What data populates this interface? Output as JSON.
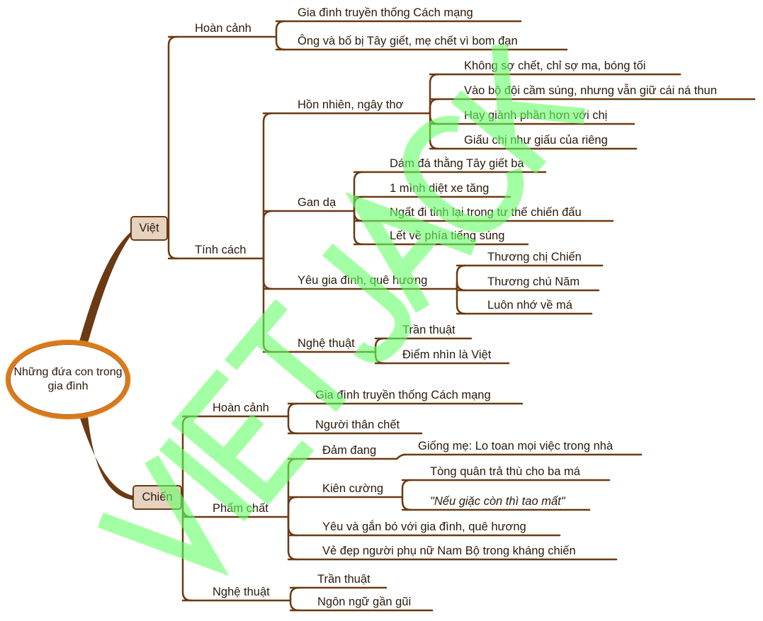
{
  "root": {
    "label": "Những đứa con trong gia đình"
  },
  "viet": {
    "label": "Việt",
    "hoan_canh": {
      "label": "Hoàn cảnh",
      "items": [
        "Gia đình truyền thống Cách mạng",
        "Ông và bố bị Tây giết, mẹ chết vì bom đạn"
      ]
    },
    "tinh_cach": {
      "label": "Tính cách",
      "hon_nhien": {
        "label": "Hồn nhiên, ngây thơ",
        "items": [
          "Không sợ chết, chỉ sợ ma, bóng tối",
          "Vào bộ đội cầm súng, nhưng vẫn giữ cái ná thun",
          "Hay giành phần hơn với chị",
          "Giấu chị như giấu của riêng"
        ]
      },
      "gan_da": {
        "label": "Gan dạ",
        "items": [
          "Dám đá thằng Tây giết ba",
          "1 mình diệt xe tăng",
          "Ngất đi tỉnh lại trong tư thế chiến đấu",
          "Lết về phía tiếng súng"
        ]
      },
      "yeu_gia_dinh": {
        "label": "Yêu gia đình, quê hương",
        "items": [
          "Thương chị Chiến",
          "Thương chú Năm",
          "Luôn nhớ về má"
        ]
      },
      "nghe_thuat": {
        "label": "Nghệ thuật",
        "items": [
          "Trần thuật",
          "Điểm nhìn là Việt"
        ]
      }
    }
  },
  "chien": {
    "label": "Chiến",
    "hoan_canh": {
      "label": "Hoàn cảnh",
      "items": [
        "Gia đình truyền thống Cách mạng",
        "Người thân chết"
      ]
    },
    "pham_chat": {
      "label": "Phẩm chất",
      "dam_dang": {
        "label": "Đảm đang",
        "items": [
          "Giống mẹ: Lo toan mọi việc trong nhà"
        ]
      },
      "kien_cuong": {
        "label": "Kiên cường",
        "items": [
          "Tòng quân trả thù cho ba má",
          "\"Nếu giặc còn thì tao mất\""
        ]
      },
      "items": [
        "Yêu và gắn bó với gia đình, quê hương",
        "Vẻ đẹp người phụ nữ Nam Bộ trong kháng chiến"
      ]
    },
    "nghe_thuat": {
      "label": "Nghệ thuật",
      "items": [
        "Trần thuật",
        "Ngôn ngữ gần gũi"
      ]
    }
  },
  "watermark": "VIETJACK",
  "colors": {
    "line": "#6b3a12",
    "box": "#e6d2c0",
    "root_ring": "#d87a1a",
    "watermark": "#66ff66"
  }
}
